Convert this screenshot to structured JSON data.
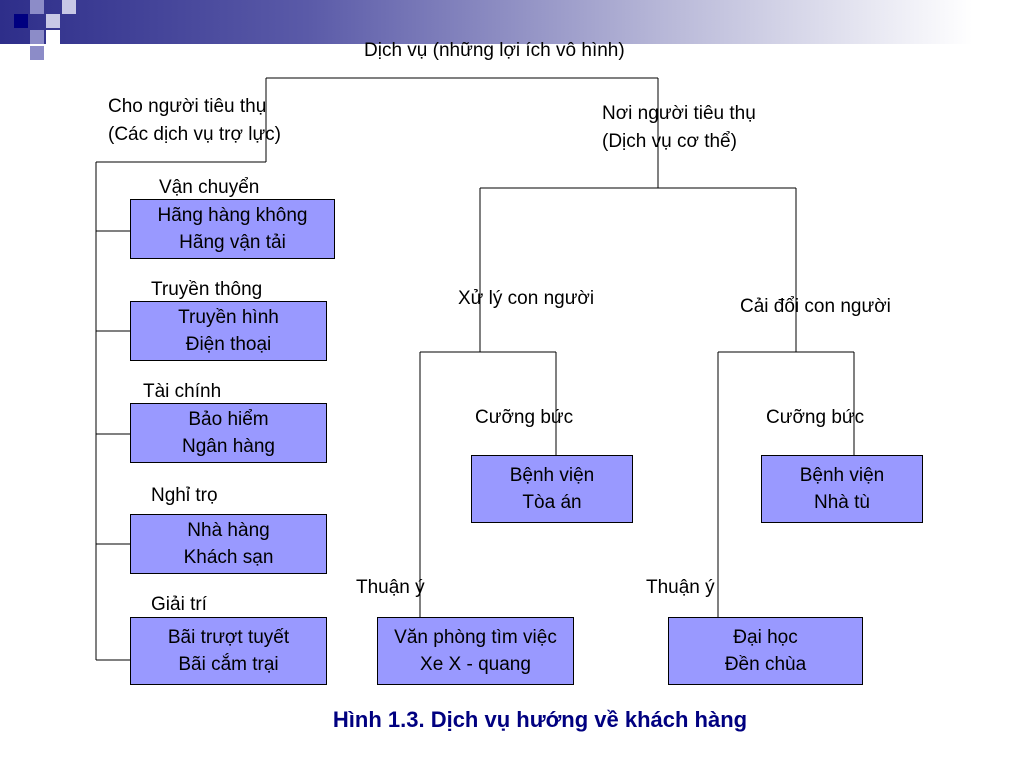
{
  "diagram": {
    "root_label": "Dịch vụ (những lợi ích vô hình)",
    "left_branch": {
      "line1": "Cho người tiêu thụ",
      "line2": "(Các dịch vụ trợ lực)",
      "groups": [
        {
          "label": "Vận chuyển",
          "item1": "Hãng hàng không",
          "item2": "Hãng vận tải"
        },
        {
          "label": "Truyền thông",
          "item1": "Truyền hình",
          "item2": "Điện thoại"
        },
        {
          "label": "Tài chính",
          "item1": "Bảo hiểm",
          "item2": "Ngân hàng"
        },
        {
          "label": "Nghỉ trọ",
          "item1": "Nhà hàng",
          "item2": "Khách sạn"
        },
        {
          "label": "Giải trí",
          "item1": "Bãi trượt tuyết",
          "item2": "Bãi cắm trại"
        }
      ]
    },
    "right_branch": {
      "line1": "Nơi người tiêu thụ",
      "line2": "(Dịch vụ cơ thể)",
      "people_processing": {
        "label": "Xử lý con người",
        "coercive_label": "Cưỡng bức",
        "coercive_item1": "Bệnh viện",
        "coercive_item2": "Tòa án",
        "voluntary_label": "Thuận ý",
        "voluntary_item1": "Văn phòng tìm việc",
        "voluntary_item2": "Xe X - quang"
      },
      "people_changing": {
        "label": "Cải đổi con người",
        "coercive_label": "Cưỡng bức",
        "coercive_item1": "Bệnh viện",
        "coercive_item2": "Nhà tù",
        "voluntary_label": "Thuận ý",
        "voluntary_item1": "Đại học",
        "voluntary_item2": "Đền chùa"
      }
    }
  },
  "caption": "Hình 1.3. Dịch vụ hướng về khách hàng",
  "colors": {
    "box_fill": "#9999ff",
    "caption": "#000080",
    "banner": "#2e2e8a"
  }
}
